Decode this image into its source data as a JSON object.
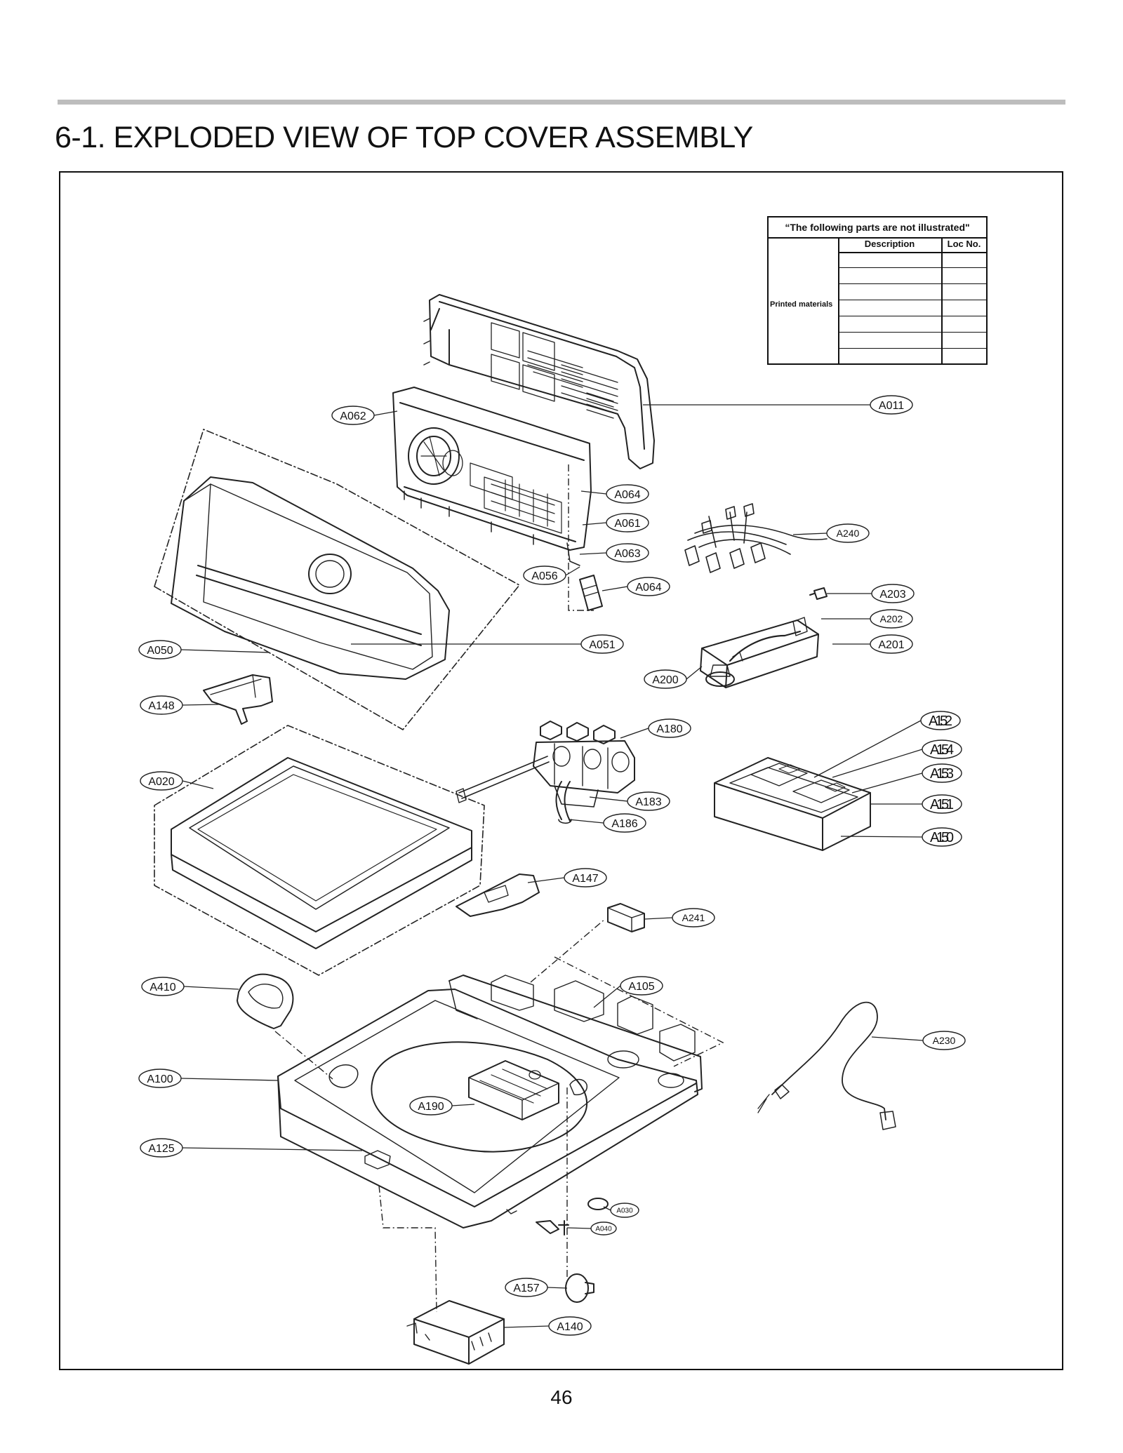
{
  "page": {
    "title": "6-1. EXPLODED VIEW OF TOP COVER ASSEMBLY",
    "page_number": "46"
  },
  "not_illustrated_table": {
    "header": "“The following parts are not illustrated\"",
    "col_description": "Description",
    "col_loc_no": "Loc No.",
    "row_group_label": "Printed materials",
    "row_count": 7
  },
  "callouts": [
    "A011",
    "A062",
    "A064",
    "A061",
    "A063",
    "A056",
    "A064",
    "A240",
    "A203",
    "A202",
    "A201",
    "A050",
    "A051",
    "A200",
    "A148",
    "A152",
    "A180",
    "A154",
    "A153",
    "A020",
    "A183",
    "A151",
    "A186",
    "A150",
    "A147",
    "A241",
    "A410",
    "A105",
    "A230",
    "A100",
    "A190",
    "A125",
    "A030",
    "A040",
    "A157",
    "A140"
  ]
}
